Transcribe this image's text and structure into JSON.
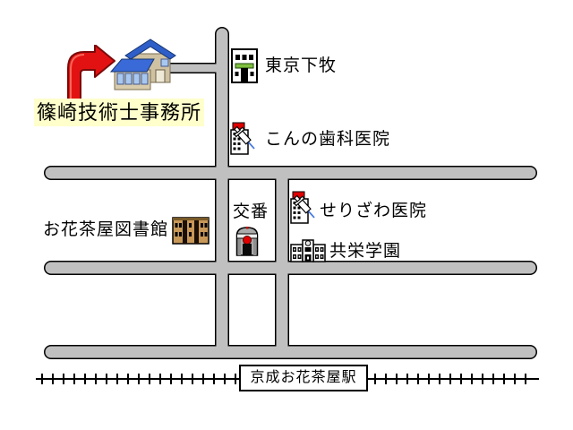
{
  "map": {
    "office": {
      "name": "篠崎技術士事務所",
      "icon": "house-icon",
      "marker": "turn-right-arrow-icon",
      "label_bg": "#FFFFCC"
    },
    "landmarks": {
      "tokyo_shimomaki": {
        "label": "東京下牧",
        "icon": "office-building-icon"
      },
      "konno_dental": {
        "label": "こんの歯科医院",
        "icon": "clinic-syringe-icon"
      },
      "ohanajaya_library": {
        "label": "お花茶屋図書館",
        "icon": "library-building-icon"
      },
      "koban": {
        "label": "交番",
        "icon": "police-box-icon"
      },
      "serizawa_clinic": {
        "label": "せりざわ医院",
        "icon": "clinic-syringe-icon"
      },
      "kyoei_gakuen": {
        "label": "共栄学園",
        "icon": "school-building-icon"
      }
    },
    "station": {
      "label": "京成お花茶屋駅",
      "type": "railway-station"
    },
    "colors": {
      "road_fill": "#C0C0C0",
      "road_outline": "#000000",
      "office_label_bg": "#FFFFCC",
      "arrow_red": "#E31212",
      "house_roof_blue": "#2E5EC8",
      "clinic_roof_red": "#E00000",
      "awning_green": "#7FBF3F",
      "library_tan": "#C89858",
      "koban_gray": "#ABABAB",
      "railway_black": "#000000"
    }
  }
}
